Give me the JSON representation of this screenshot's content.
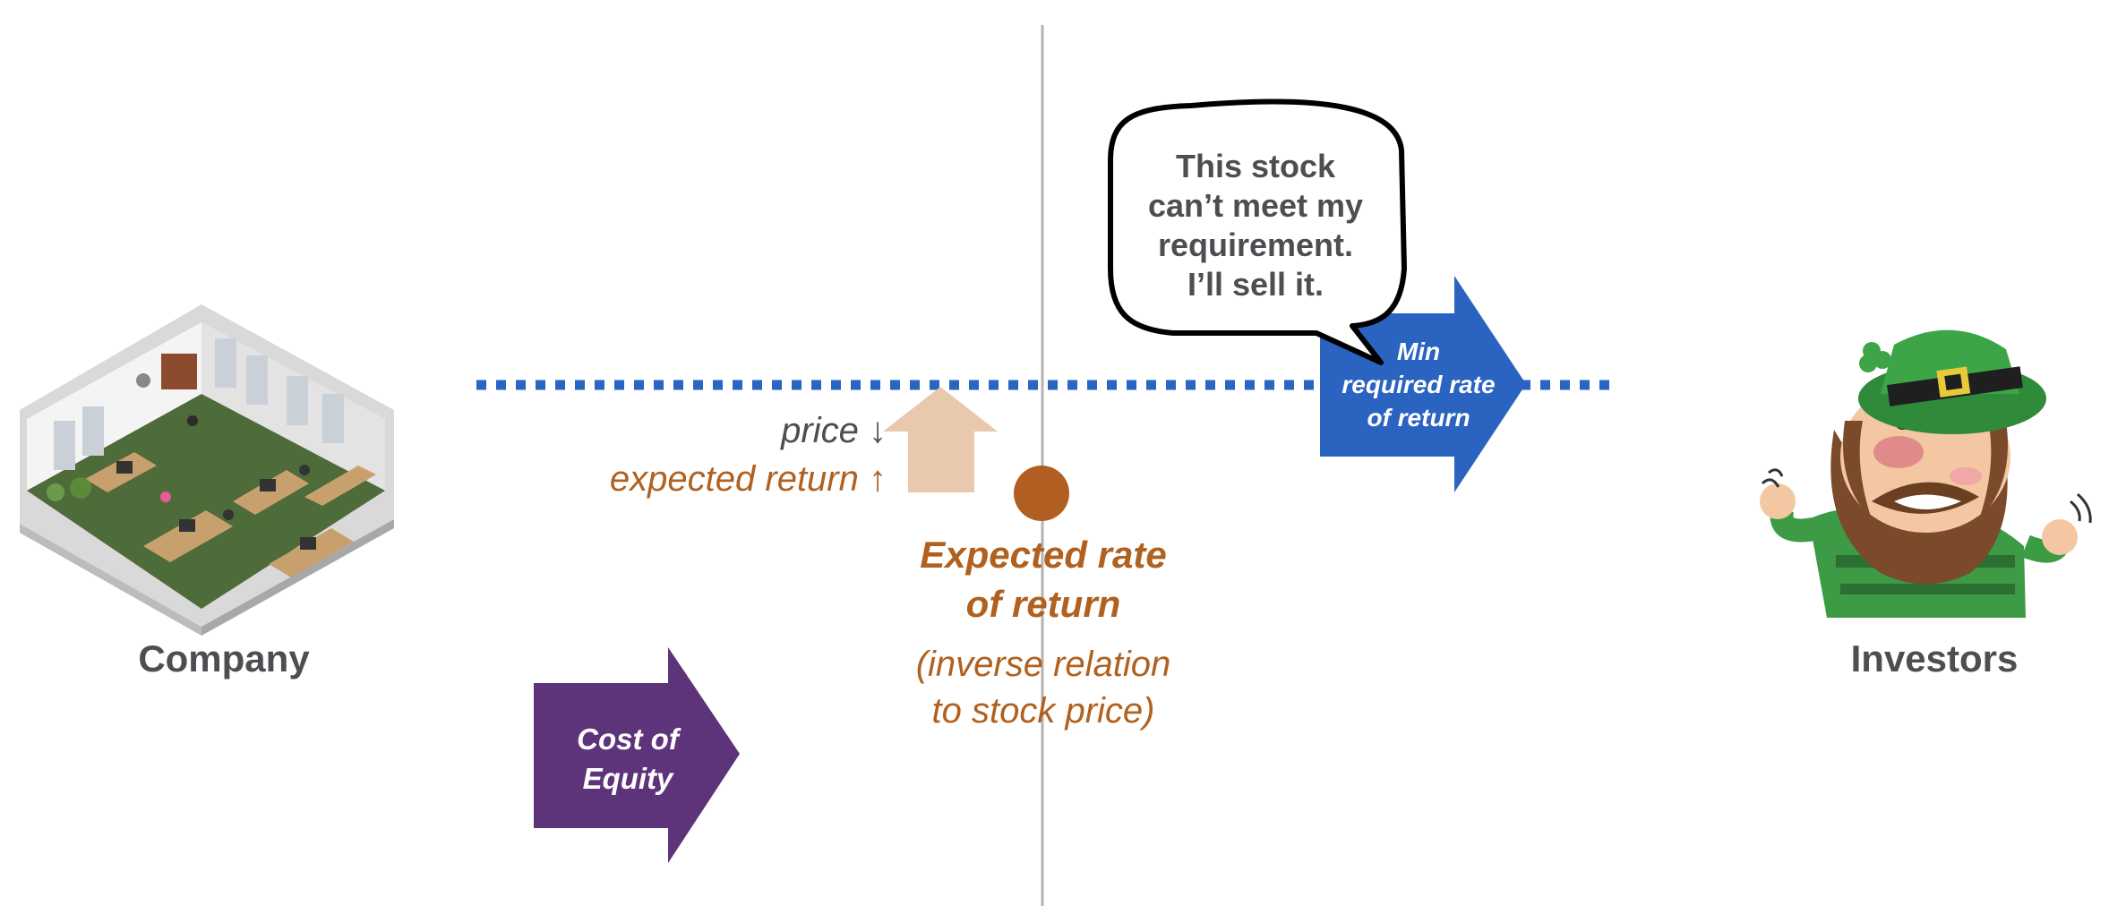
{
  "colors": {
    "midline": "#b3b3b3",
    "dotted_line": "#2a65c0",
    "min_required_arrow": "#2a63c0",
    "cost_equity_arrow": "#5d3379",
    "up_arrow": "#e8c9ad",
    "expected_point": "#b05e22",
    "expected_text": "#b0611f",
    "label_gray": "#4e4e52"
  },
  "company": {
    "label": "Company",
    "illustration": "office-illustration"
  },
  "investors": {
    "label": "Investors",
    "illustration": "leprechaun-character"
  },
  "speech_bubble": {
    "lines": [
      "This stock",
      "can’t meet my",
      "requirement.",
      "I’ll sell it."
    ]
  },
  "min_required": {
    "lines": [
      "Min",
      "required rate",
      "of return"
    ]
  },
  "cost_of_equity": {
    "lines": [
      "Cost of",
      "Equity"
    ]
  },
  "price_note": {
    "price_text": "price",
    "price_arrow": "↓",
    "return_text": "expected return",
    "return_arrow": "↑"
  },
  "expected_rate": {
    "title_lines": [
      "Expected rate",
      "of return"
    ],
    "note_lines": [
      "(inverse relation",
      "to stock price)"
    ]
  }
}
